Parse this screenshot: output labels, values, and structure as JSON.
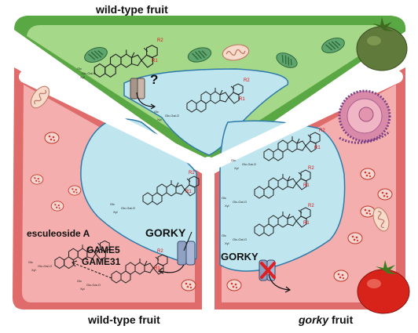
{
  "titles": {
    "top": "wild-type fruit",
    "bottom_left": "wild-type fruit",
    "bottom_right_italic": "gorky",
    "bottom_right_suffix": " fruit"
  },
  "labels": {
    "esculeoside": "esculeoside A",
    "game5": "GAME5",
    "game31": "GAME31",
    "gorky_left": "GORKY",
    "gorky_right": "GORKY",
    "question": "?"
  },
  "molecule_labels": {
    "r1": "R1",
    "r2": "R2",
    "glc": "Glc",
    "xyl": "Xyl",
    "chain": "Glc-Gal-O"
  },
  "colors": {
    "green_cell": "#a6d88a",
    "red_cell": "#f4aeae",
    "vacuole": "#bfe5ee",
    "transporter": "#8fa2c4",
    "blocked_mark": "#e02020"
  }
}
